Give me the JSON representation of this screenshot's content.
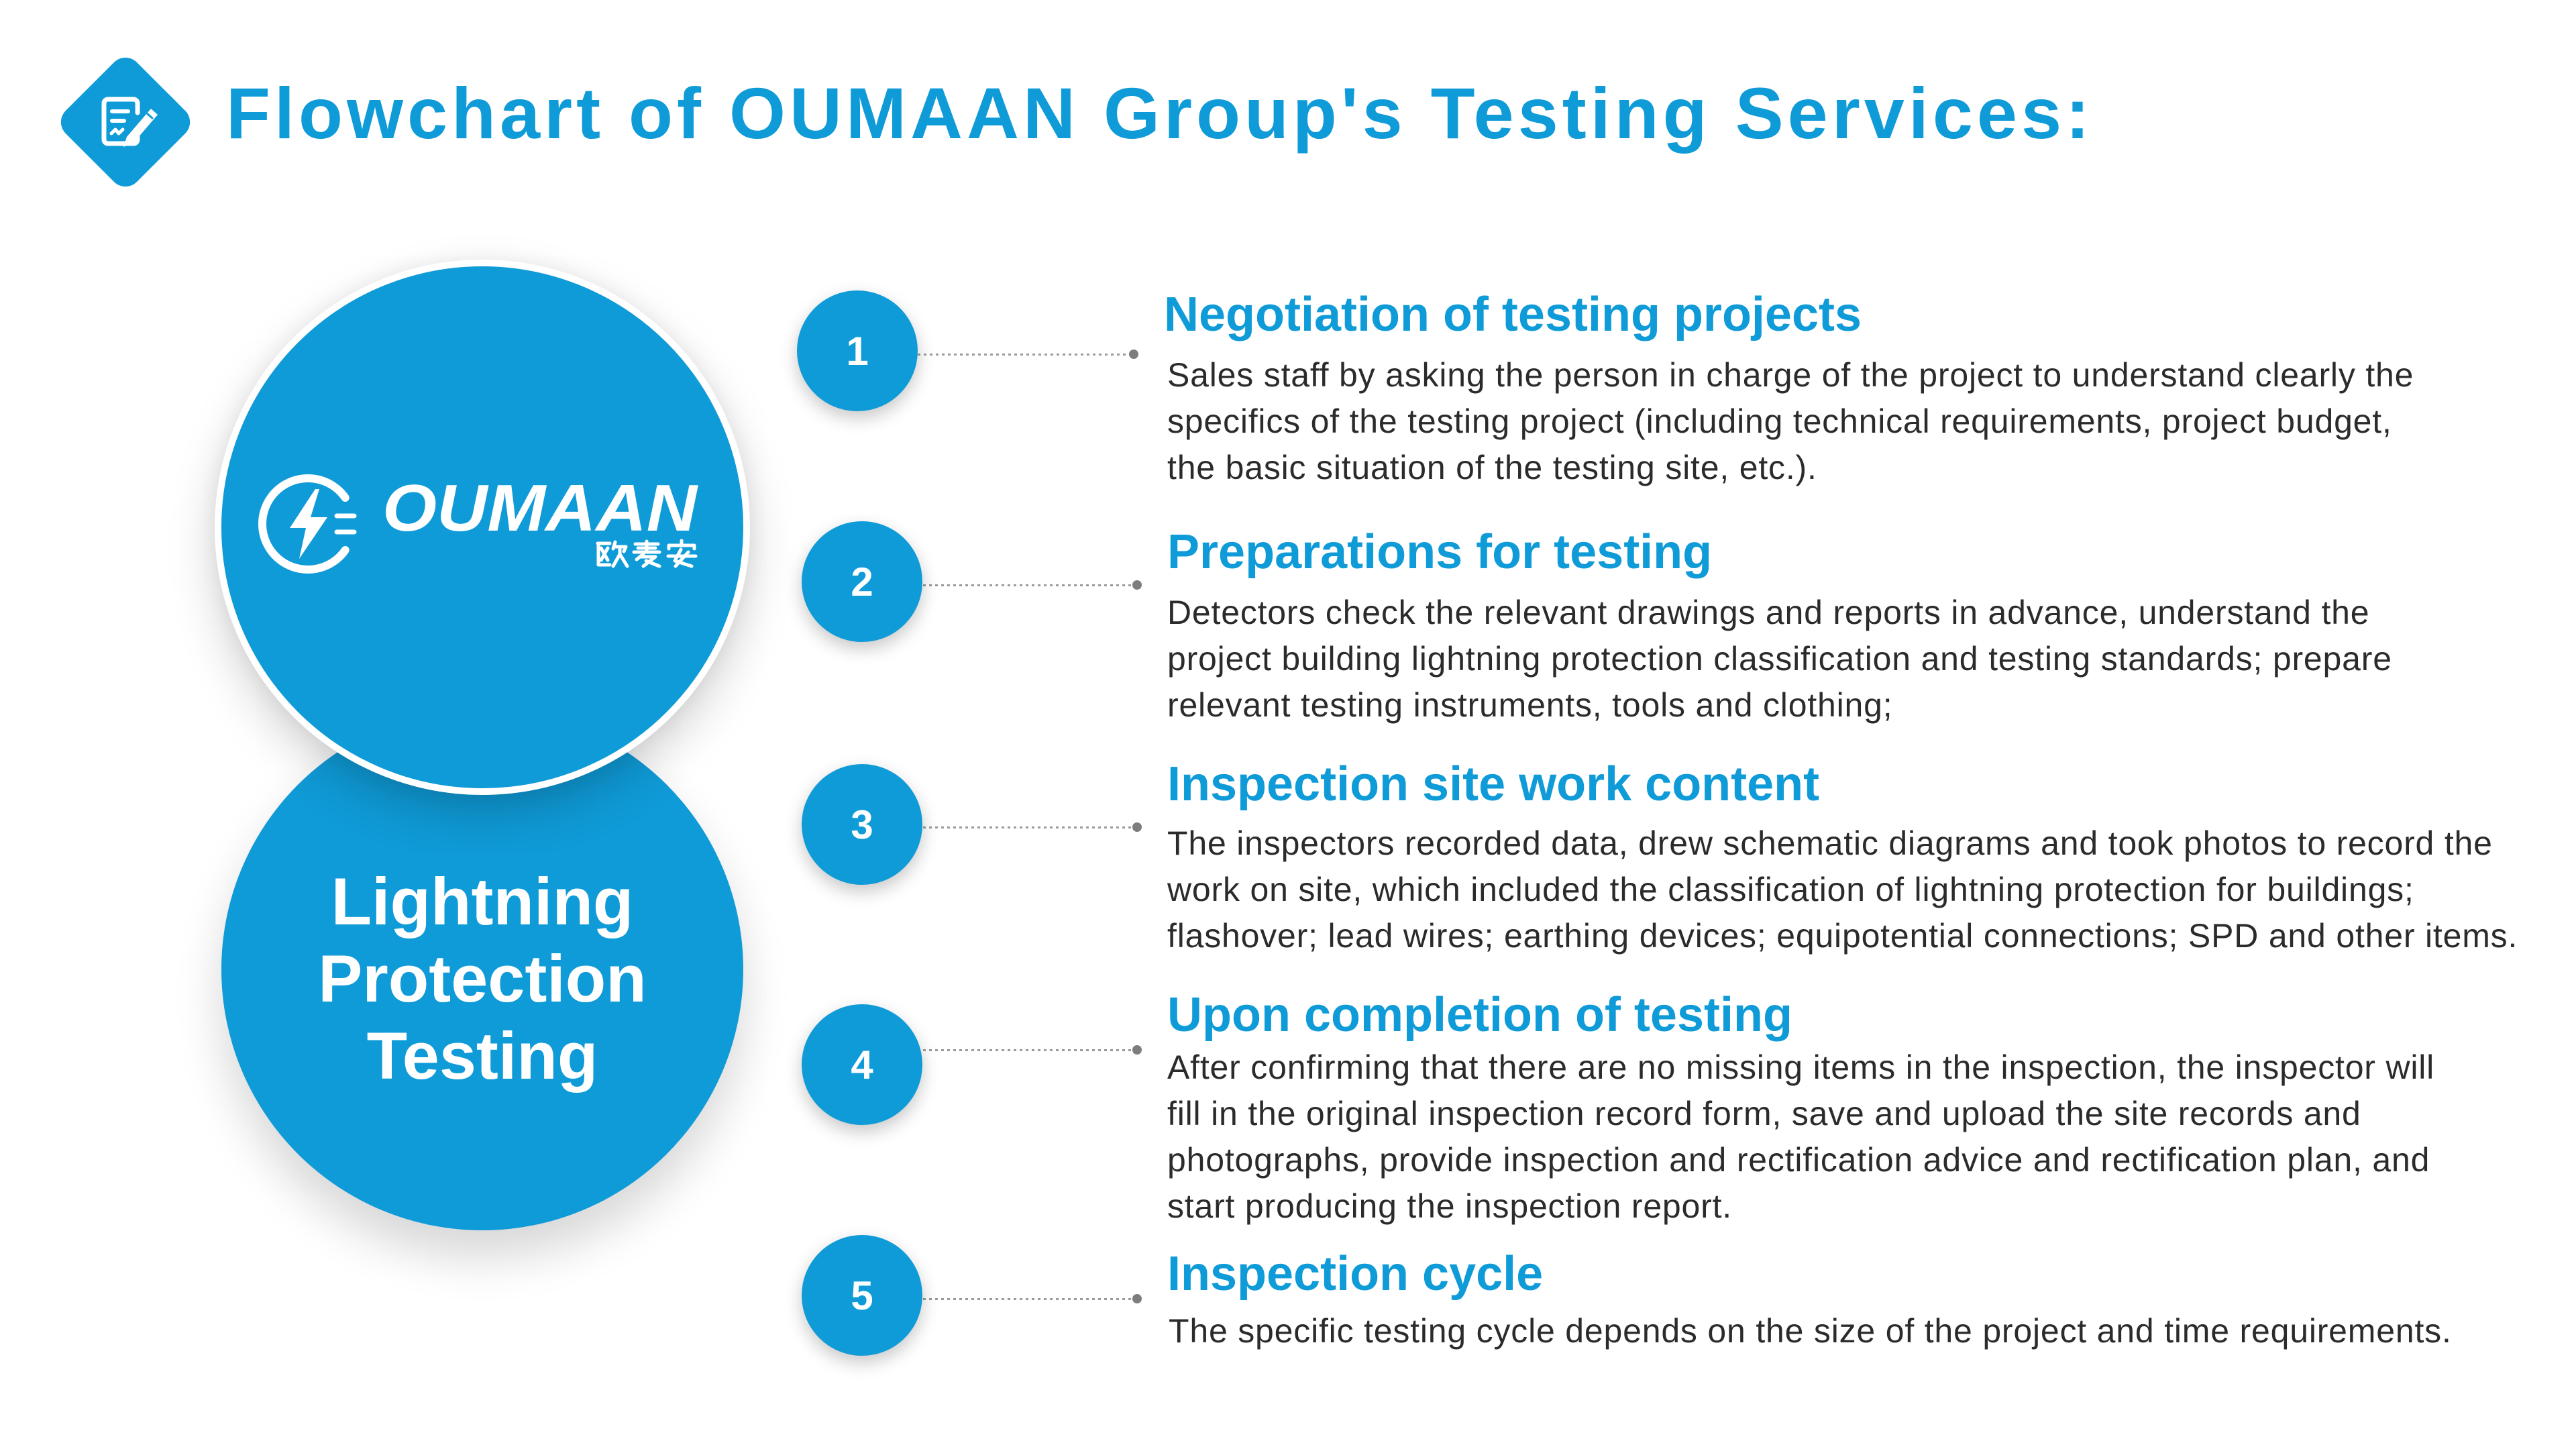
{
  "header": {
    "title": "Flowchart of OUMAAN Group's Testing Services:",
    "icon": "document-edit-icon"
  },
  "logo": {
    "name": "OUMAAN",
    "name_cn": "欧麦安",
    "icon": "lightning-bolt-icon"
  },
  "service": {
    "lines": [
      "Lightning",
      "Protection",
      "Testing"
    ]
  },
  "steps": [
    {
      "number": "1",
      "title": "Negotiation of testing projects",
      "lines": [
        "Sales staff by asking the person in charge of the project to understand clearly the",
        "specifics of the testing project (including technical requirements, project budget,",
        "the basic situation of the testing site, etc.)."
      ]
    },
    {
      "number": "2",
      "title": "Preparations for testing",
      "lines": [
        "Detectors check the relevant drawings and reports in advance, understand the",
        "project building lightning protection classification and testing standards; prepare",
        "relevant testing instruments, tools and clothing;"
      ]
    },
    {
      "number": "3",
      "title": "Inspection site work content",
      "lines": [
        "The inspectors recorded data, drew schematic diagrams and took photos to record the",
        "work on site, which included the classification of lightning protection for buildings;",
        "flashover; lead wires; earthing devices; equipotential connections; SPD and other items."
      ]
    },
    {
      "number": "4",
      "title": "Upon completion of testing",
      "lines": [
        "After confirming that there are no missing items in the inspection, the inspector will",
        "fill in the original inspection record form, save and upload the site records and",
        "photographs, provide inspection and rectification advice and rectification plan, and",
        "start producing the inspection report."
      ]
    },
    {
      "number": "5",
      "title": "Inspection cycle",
      "lines": [
        "The specific testing cycle depends on the size of the project and time requirements."
      ]
    }
  ],
  "colors": {
    "accent": "#0f9bd7",
    "body_text": "#2b2b2b",
    "connector": "#9a9a9a",
    "background": "#ffffff"
  }
}
